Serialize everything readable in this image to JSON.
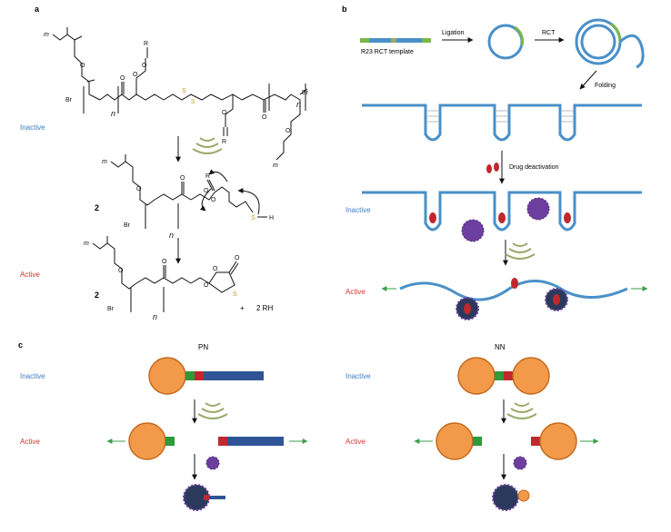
{
  "panels": {
    "a": {
      "letter": "a",
      "state_inactive": "Inactive",
      "state_active": "Active",
      "compound_number": "2",
      "plus_sign": "+",
      "byproduct": "2 RH",
      "atoms": {
        "m": "m",
        "n": "n",
        "O": "O",
        "S": "S",
        "Br": "Br",
        "R": "R",
        "H": "H"
      }
    },
    "b": {
      "letter": "b",
      "template_label": "R23 RCT template",
      "step_ligation": "Ligation",
      "step_rct": "RCT",
      "step_folding": "Folding",
      "step_drug": "Drug deactivation",
      "state_inactive": "Inactive",
      "state_active": "Active"
    },
    "c": {
      "letter": "c",
      "pn_title": "PN",
      "nn_title": "NN",
      "state_inactive": "Inactive",
      "state_active": "Active"
    }
  },
  "colors": {
    "inactive_text": "#3b7cc4",
    "active_text": "#d6332b",
    "dna_blue": "#4a90c8",
    "dna_green": "#7ab648",
    "particle_orange": "#f29a4a",
    "particle_outline": "#c46a1e",
    "bar_green": "#2e9a3a",
    "bar_red": "#c0282d",
    "bar_blue": "#2f5597",
    "arrow_green": "#3aa14a",
    "drug_red": "#c0282d",
    "protein_purple": "#6c3f9e",
    "cell_dark": "#2b3a5c",
    "ultrasound": "#9aa86a"
  },
  "icons": [
    "ultrasound-waves-icon",
    "protein-icon",
    "drug-icon"
  ]
}
